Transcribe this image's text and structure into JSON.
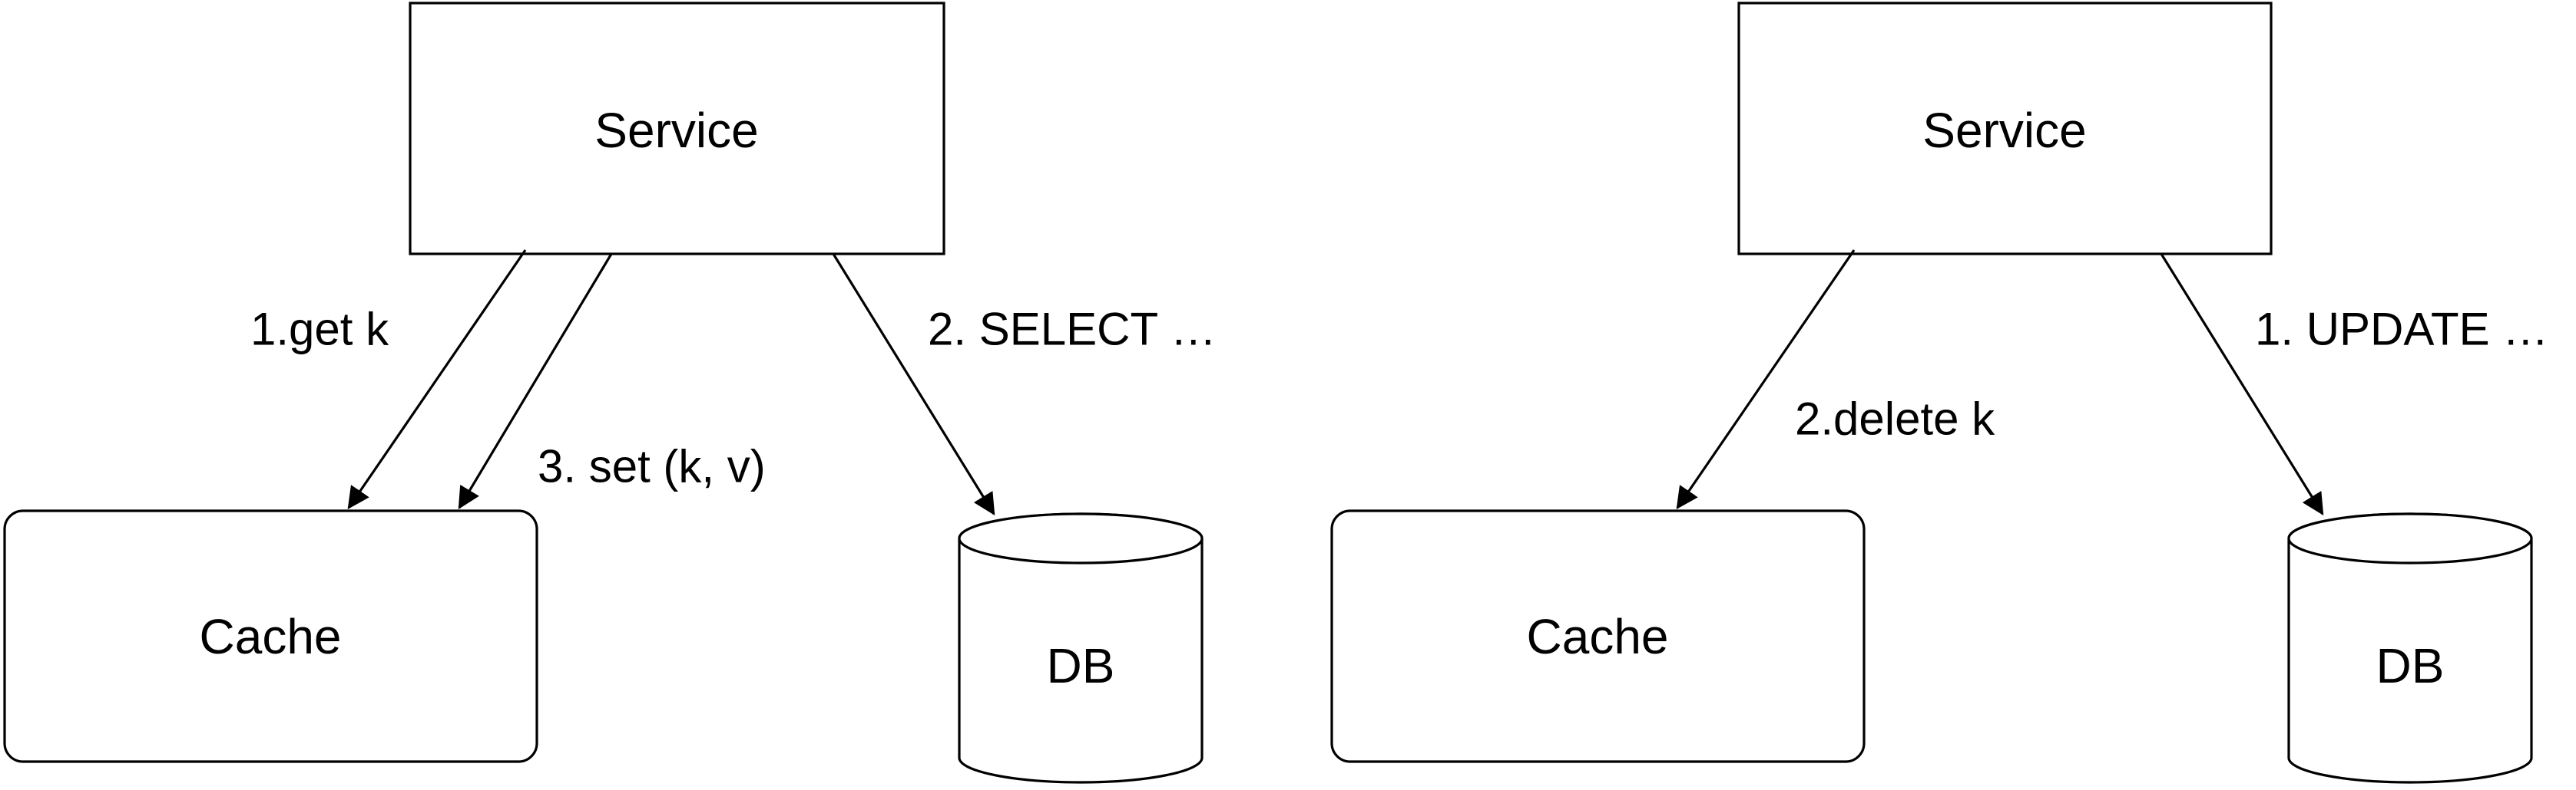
{
  "diagrams": [
    {
      "nodes": {
        "service": "Service",
        "cache": "Cache",
        "db": "DB"
      },
      "edges": {
        "get": "1.get k",
        "set": "3. set (k, v)",
        "select": "2. SELECT …"
      }
    },
    {
      "nodes": {
        "service": "Service",
        "cache": "Cache",
        "db": "DB"
      },
      "edges": {
        "delete": "2.delete k",
        "update": "1. UPDATE …"
      }
    }
  ]
}
